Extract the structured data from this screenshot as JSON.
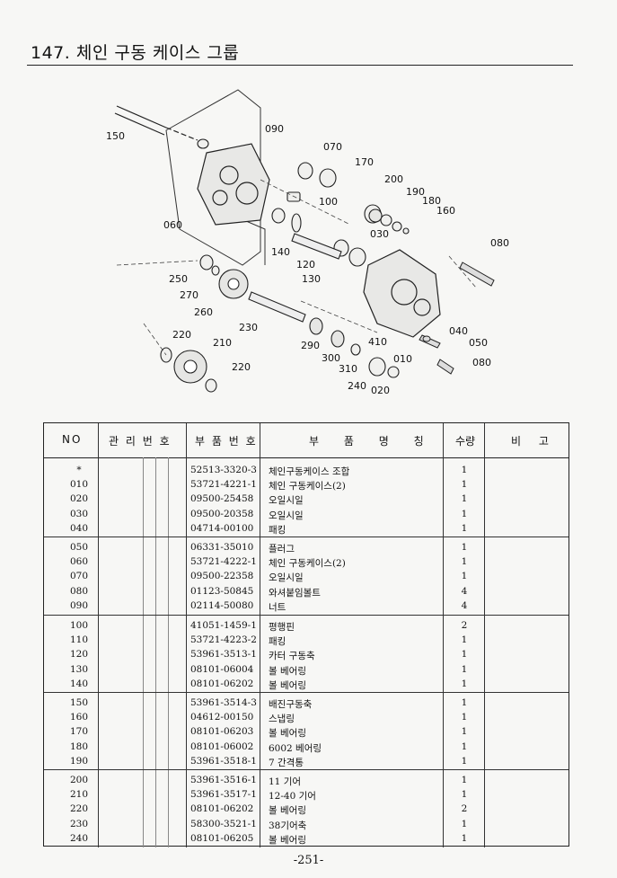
{
  "title": "147. 체인 구동 케이스 그룹",
  "page_number": "-251-",
  "diagram_labels": [
    "150",
    "090",
    "070",
    "170",
    "200",
    "190",
    "180",
    "160",
    "100",
    "060",
    "030",
    "080",
    "140",
    "120",
    "130",
    "250",
    "270",
    "260",
    "230",
    "220",
    "210",
    "290",
    "040",
    "050",
    "410",
    "010",
    "300",
    "310",
    "080",
    "220",
    "240",
    "020"
  ],
  "table": {
    "headers": {
      "no": "NO",
      "mgmt": "관 리 번 호",
      "part": "부 품 번 호",
      "name": "부 품 명 칭",
      "qty": "수량",
      "note": "비 고"
    },
    "groups": [
      [
        {
          "no": "*",
          "part": "52513-3320-3",
          "name": "체인구동케이스 조합",
          "qty": "1"
        },
        {
          "no": "010",
          "part": "53721-4221-1",
          "name": "체인 구동케이스(2)",
          "qty": "1"
        },
        {
          "no": "020",
          "part": "09500-25458",
          "name": "오일시일",
          "qty": "1"
        },
        {
          "no": "030",
          "part": "09500-20358",
          "name": "오일시일",
          "qty": "1"
        },
        {
          "no": "040",
          "part": "04714-00100",
          "name": "패킹",
          "qty": "1"
        }
      ],
      [
        {
          "no": "050",
          "part": "06331-35010",
          "name": "플러그",
          "qty": "1"
        },
        {
          "no": "060",
          "part": "53721-4222-1",
          "name": "체인 구동케이스(2)",
          "qty": "1"
        },
        {
          "no": "070",
          "part": "09500-22358",
          "name": "오일시일",
          "qty": "1"
        },
        {
          "no": "080",
          "part": "01123-50845",
          "name": "와셔붙임볼트",
          "qty": "4"
        },
        {
          "no": "090",
          "part": "02114-50080",
          "name": "너트",
          "qty": "4"
        }
      ],
      [
        {
          "no": "100",
          "part": "41051-1459-1",
          "name": "평행핀",
          "qty": "2"
        },
        {
          "no": "110",
          "part": "53721-4223-2",
          "name": "패킹",
          "qty": "1"
        },
        {
          "no": "120",
          "part": "53961-3513-1",
          "name": "카터 구동축",
          "qty": "1"
        },
        {
          "no": "130",
          "part": "08101-06004",
          "name": "볼 베어링",
          "qty": "1"
        },
        {
          "no": "140",
          "part": "08101-06202",
          "name": "볼 베어링",
          "qty": "1"
        }
      ],
      [
        {
          "no": "150",
          "part": "53961-3514-3",
          "name": "배진구동축",
          "qty": "1"
        },
        {
          "no": "160",
          "part": "04612-00150",
          "name": "스냅링",
          "qty": "1"
        },
        {
          "no": "170",
          "part": "08101-06203",
          "name": "볼 베어링",
          "qty": "1"
        },
        {
          "no": "180",
          "part": "08101-06002",
          "name": "6002 베어링",
          "qty": "1"
        },
        {
          "no": "190",
          "part": "53961-3518-1",
          "name": "7 간격통",
          "qty": "1"
        }
      ],
      [
        {
          "no": "200",
          "part": "53961-3516-1",
          "name": "11 기어",
          "qty": "1"
        },
        {
          "no": "210",
          "part": "53961-3517-1",
          "name": "12-40 기어",
          "qty": "1"
        },
        {
          "no": "220",
          "part": "08101-06202",
          "name": "볼 베어링",
          "qty": "2"
        },
        {
          "no": "230",
          "part": "58300-3521-1",
          "name": "38기어축",
          "qty": "1"
        },
        {
          "no": "240",
          "part": "08101-06205",
          "name": "볼 베어링",
          "qty": "1"
        }
      ]
    ]
  }
}
